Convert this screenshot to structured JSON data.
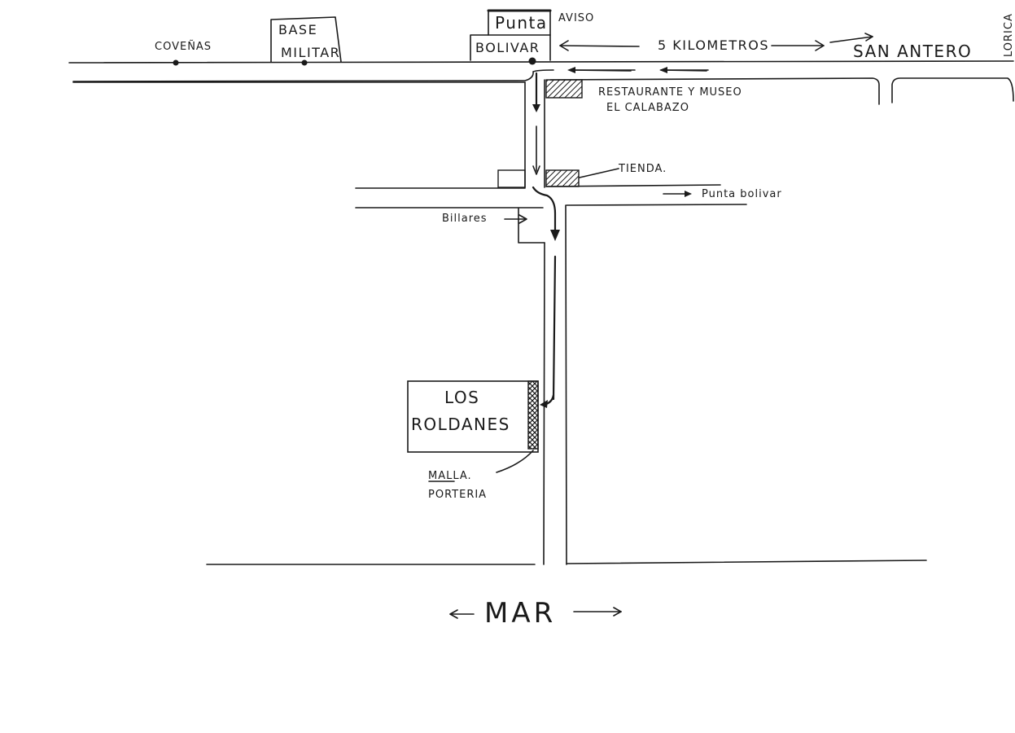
{
  "map": {
    "places": {
      "covenas": "COVEÑAS",
      "base_militar_line1": "BASE",
      "base_militar_line2": "MILITAR",
      "punta_bolivar_line1": "Punta",
      "punta_bolivar_line2": "BOLIVAR",
      "aviso": "AVISO",
      "distance": "5 KILOMETROS",
      "san_antero": "SAN ANTERO",
      "lorica": "LORICA",
      "restaurante_line1": "RESTAURANTE Y MUSEO",
      "restaurante_line2": "EL CALABAZO",
      "tienda": "TIENDA.",
      "punta_bolivar_side": "Punta bolivar",
      "billares": "Billares",
      "los_roldanes_line1": "LOS",
      "los_roldanes_line2": "ROLDANES",
      "malla_line1": "MALLA.",
      "malla_line2": "PORTERIA",
      "mar": "MAR"
    }
  }
}
